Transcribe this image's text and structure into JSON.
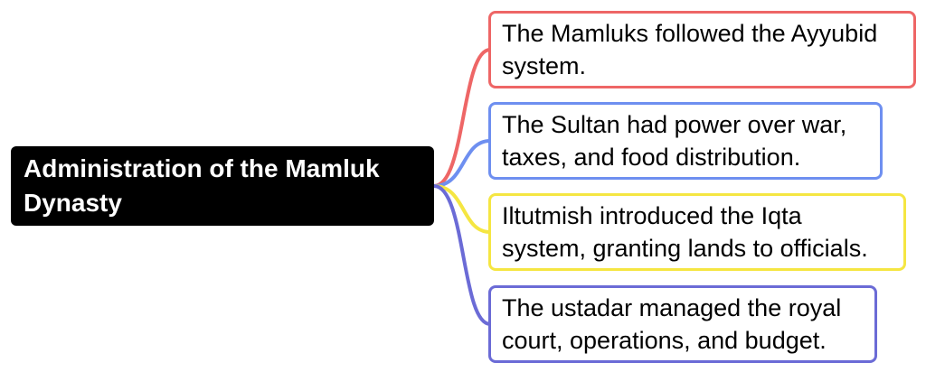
{
  "root": {
    "label": "Administration of the Mamluk Dynasty"
  },
  "children": [
    {
      "label": "The Mamluks followed the Ayyubid system.",
      "color": "#ee6666"
    },
    {
      "label": "The Sultan had power over war, taxes, and food distribution.",
      "color": "#6e8ff0"
    },
    {
      "label": "Iltutmish introduced the Iqta system, granting lands to officials.",
      "color": "#f5e642"
    },
    {
      "label": "The ustadar managed the royal court, operations, and budget.",
      "color": "#6b6bd6"
    }
  ]
}
